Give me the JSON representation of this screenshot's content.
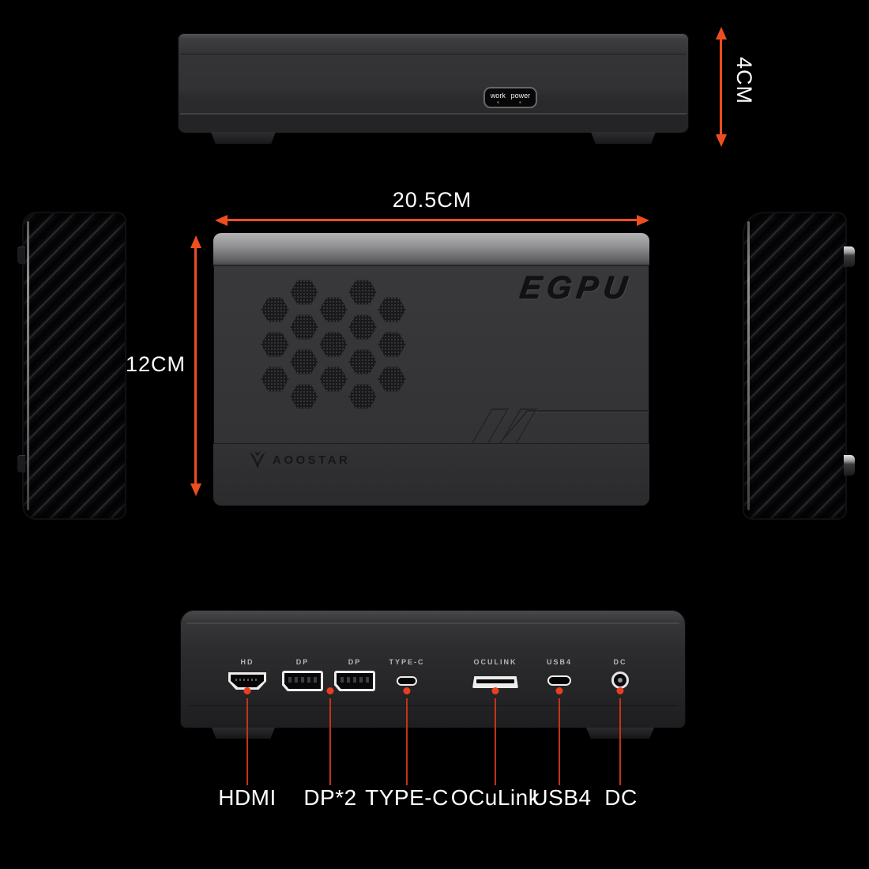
{
  "accent_color": "#ee4d1f",
  "callout_line_color": "#c33317",
  "top_view": {
    "work_label": "work",
    "power_label": "power"
  },
  "dimensions": {
    "height": "4CM",
    "width": "20.5CM",
    "front_height": "12CM"
  },
  "front_view": {
    "brand": "EGPU",
    "maker": "AOOSTAR"
  },
  "rear_view": {
    "ports": [
      {
        "name": "hdmi",
        "label": "HD"
      },
      {
        "name": "displayport-1",
        "label": "DP"
      },
      {
        "name": "displayport-2",
        "label": "DP"
      },
      {
        "name": "type-c",
        "label": "TYPE-C"
      },
      {
        "name": "oculink",
        "label": "OCULINK"
      },
      {
        "name": "usb4",
        "label": "USB4"
      },
      {
        "name": "dc",
        "label": "DC"
      }
    ],
    "callouts": [
      {
        "label": "HDMI"
      },
      {
        "label": "DP*2"
      },
      {
        "label": "TYPE-C"
      },
      {
        "label": "OCuLink"
      },
      {
        "label": "USB4"
      },
      {
        "label": "DC"
      }
    ]
  }
}
